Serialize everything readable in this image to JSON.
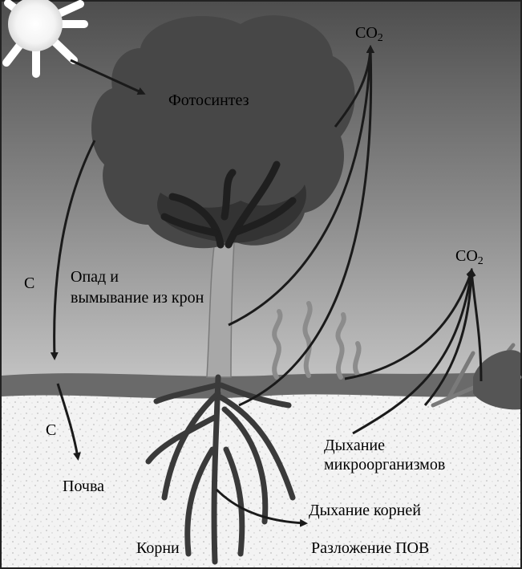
{
  "labels": {
    "photosynthesis": "Фотосинтез",
    "co2_top_base": "CO",
    "co2_top_sub": "2",
    "co2_right_base": "CO",
    "co2_right_sub": "2",
    "c_upper": "C",
    "c_lower": "C",
    "litter_line1": "Опад и",
    "litter_line2": "вымывание из крон",
    "soil": "Почва",
    "microbe_line1": "Дыхание",
    "microbe_line2": "микроорганизмов",
    "root_respiration": "Дыхание корней",
    "roots": "Корни",
    "decomposition": "Разложение ПОВ"
  },
  "colors": {
    "sky_top": "#555555",
    "sky_bottom": "#b5b5b5",
    "canopy": "#4a4a4a",
    "canopy_dark": "#333333",
    "trunk": "#a6a6a6",
    "soil_surface": "#6b6b6b",
    "soil": "#f2f2f2",
    "arrow": "#1a1a1a",
    "sun": "#ffffff"
  }
}
